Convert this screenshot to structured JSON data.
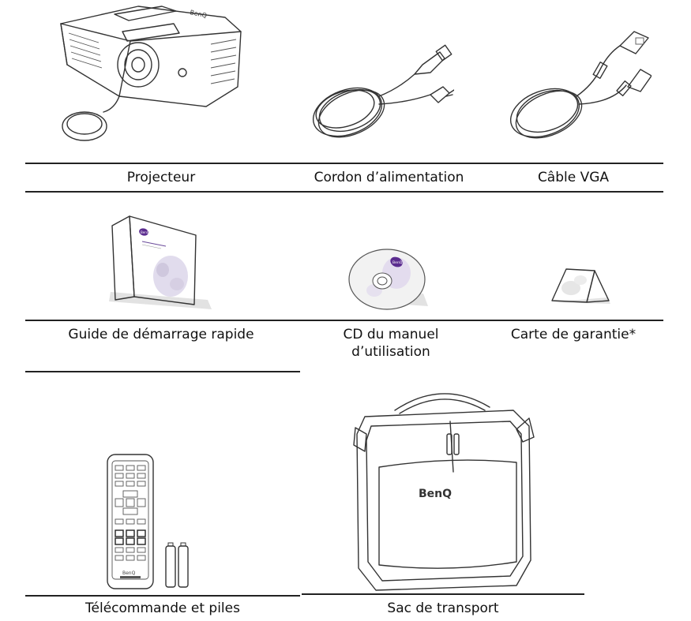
{
  "items": [
    {
      "label": "Projecteur"
    },
    {
      "label": "Cordon d’alimentation"
    },
    {
      "label": "Câble VGA"
    },
    {
      "label": "Guide de démarrage rapide"
    },
    {
      "label": "CD du manuel d’utilisation"
    },
    {
      "label": "Carte de garantie*"
    },
    {
      "label": "Télécommande et piles"
    },
    {
      "label": "Sac de transport"
    }
  ],
  "images": {
    "projector_logo": "BenQ",
    "booklet_logo": "BenQ",
    "cd_logo": "BenQ",
    "remote_logo": "BenQ",
    "bag_logo": "BenQ"
  }
}
